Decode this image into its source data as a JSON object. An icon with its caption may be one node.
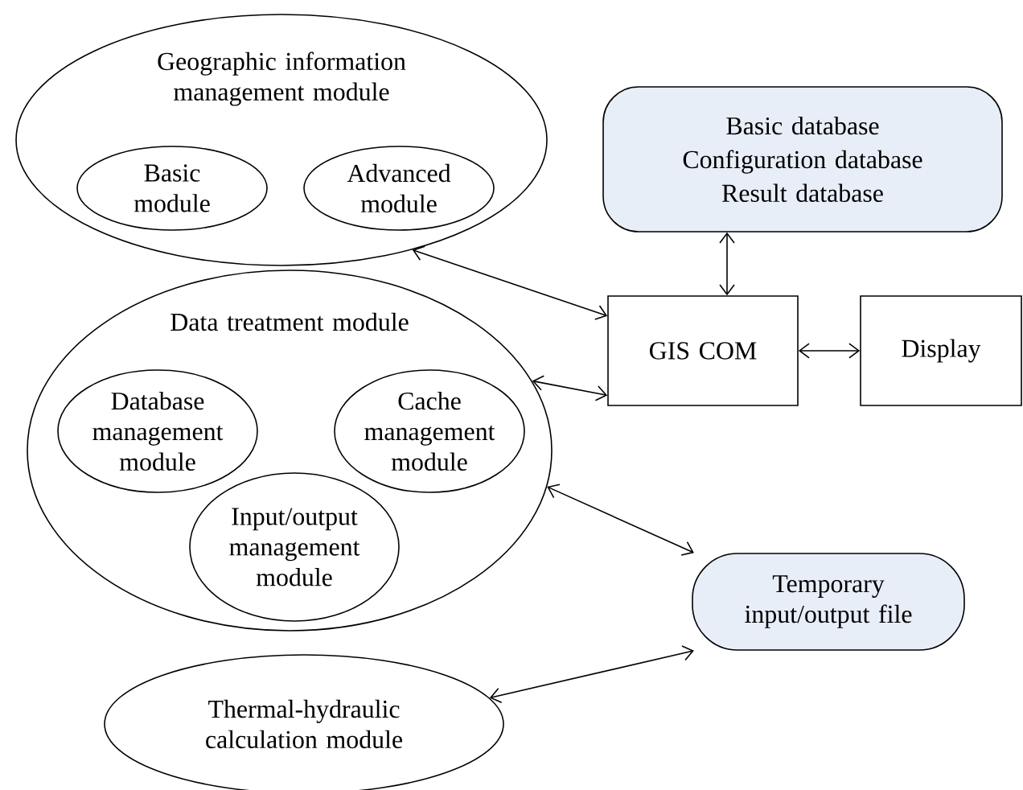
{
  "diagram": {
    "nodes": [
      {
        "text": [
          "Geographic information management module"
        ]
      },
      {
        "text": [
          "Basic module"
        ],
        "in": 0
      },
      {
        "text": [
          "Advanced module"
        ],
        "in": 0
      },
      {
        "text": [
          "Basic database",
          "Configuration database",
          "Result database"
        ]
      },
      {
        "text": [
          "Data treatment module"
        ]
      },
      {
        "text": [
          "Database management module"
        ],
        "in": 4
      },
      {
        "text": [
          "Cache management module"
        ],
        "in": 4
      },
      {
        "text": [
          "Input/output management module"
        ],
        "in": 4
      },
      {
        "text": [
          "GIS COM"
        ]
      },
      {
        "text": [
          "Display"
        ]
      },
      {
        "text": [
          "Temporary input/output file"
        ]
      },
      {
        "text": [
          "Thermal-hydraulic calculation module"
        ]
      }
    ],
    "edges": [
      {
        "from": 0,
        "to": 8,
        "arrow": "both"
      },
      {
        "from": 3,
        "to": 8,
        "arrow": "both"
      },
      {
        "from": 4,
        "to": 8,
        "arrow": "both"
      },
      {
        "from": 8,
        "to": 9,
        "arrow": "both"
      },
      {
        "from": 4,
        "to": 10,
        "arrow": "both"
      },
      {
        "from": 11,
        "to": 10,
        "arrow": "both"
      }
    ]
  }
}
